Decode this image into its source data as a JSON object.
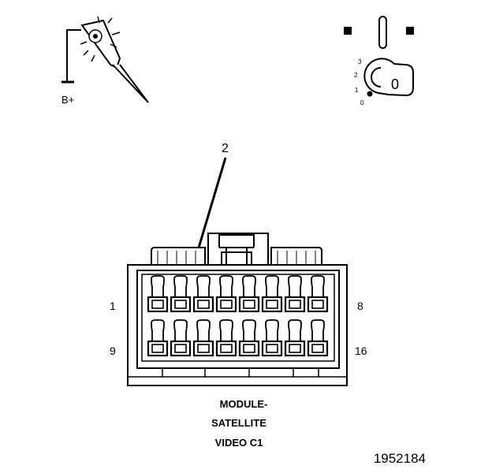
{
  "probe": {
    "supply_label": "B+"
  },
  "ignition": {
    "positions": [
      "3",
      "2",
      "1",
      "0"
    ],
    "key_label": "0"
  },
  "callout": {
    "number": "2"
  },
  "connector": {
    "pin_labels": {
      "top_left": "1",
      "top_right": "8",
      "bottom_left": "9",
      "bottom_right": "16"
    },
    "pins_per_row": 8,
    "caption_lines": [
      "MODULE-",
      "SATELLITE",
      "VIDEO C1"
    ]
  },
  "figure_id": "1952184"
}
